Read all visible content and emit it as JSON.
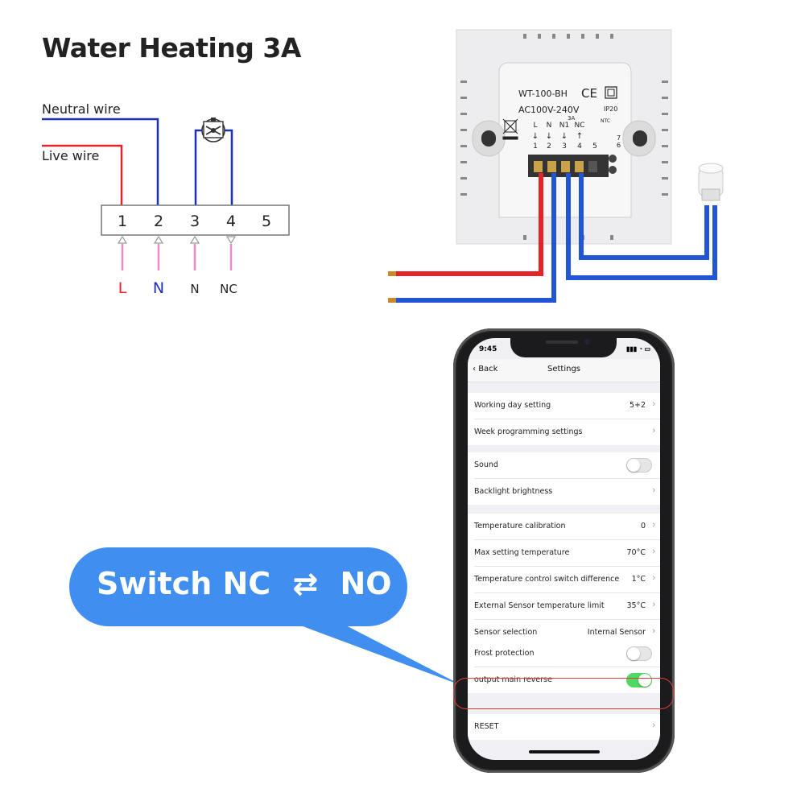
{
  "title": "Water Heating 3A",
  "diagram": {
    "neutral_wire_label": "Neutral wire",
    "live_wire_label": "Live wire",
    "terminals": [
      "1",
      "2",
      "3",
      "4",
      "5"
    ],
    "terminal_labels": [
      "L",
      "N",
      "N",
      "NC"
    ],
    "colors": {
      "live": "#e3252b",
      "neutral": "#1c2fb8",
      "pink": "#e98bc4",
      "grey": "#9a9a9a"
    }
  },
  "device": {
    "model": "WT-100-BH",
    "voltage": "AC100V-240V",
    "current": "3A",
    "ip_rating": "IP20",
    "ntc_label": "NTC",
    "top_labels": [
      "L",
      "N",
      "N1",
      "NC"
    ],
    "bottom_numbers": [
      "1",
      "2",
      "3",
      "4",
      "5"
    ],
    "ntc_numbers": [
      "7",
      "6"
    ],
    "ce_mark": "CE"
  },
  "callout": {
    "text_left": "Switch NC",
    "arrow_icon": "exchange-arrows-icon",
    "text_right": "NO",
    "color": "#3f8ef0"
  },
  "phone": {
    "time": "9:45",
    "status": "▮▮▮ ◔ ▭",
    "back_label": "Back",
    "nav_title": "Settings",
    "groups": [
      [
        {
          "label": "Working day setting",
          "value": "5+2",
          "type": "chevron"
        },
        {
          "label": "Week programming settings",
          "value": "",
          "type": "chevron"
        }
      ],
      [
        {
          "label": "Sound",
          "value": "",
          "type": "toggle-off"
        },
        {
          "label": "Backlight brightness",
          "value": "",
          "type": "chevron"
        }
      ],
      [
        {
          "label": "Temperature calibration",
          "value": "0",
          "type": "chevron"
        },
        {
          "label": "Max setting temperature",
          "value": "70°C",
          "type": "chevron"
        },
        {
          "label": "Temperature control switch difference",
          "value": "1°C",
          "type": "chevron"
        },
        {
          "label": "External Sensor temperature limit",
          "value": "35°C",
          "type": "chevron"
        },
        {
          "label": "Sensor selection",
          "value": "Internal Sensor",
          "type": "chevron"
        }
      ],
      [
        {
          "label": "Frost protection",
          "value": "",
          "type": "toggle-off"
        },
        {
          "label": "output main reverse",
          "value": "",
          "type": "toggle-on"
        }
      ],
      [
        {
          "label": "RESET",
          "value": "",
          "type": "chevron"
        }
      ]
    ],
    "toggle_on_color": "#4cd964"
  }
}
